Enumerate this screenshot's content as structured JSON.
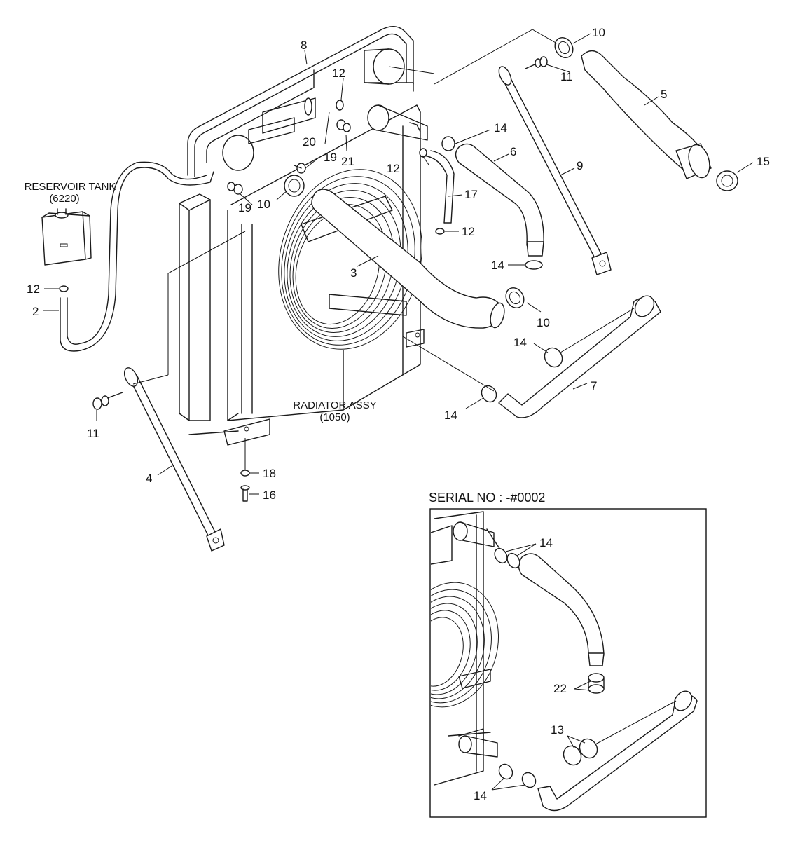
{
  "labels": {
    "reservoir_tank": "RESERVOIR TANK",
    "reservoir_code": "(6220)",
    "radiator_assy": "RADIATOR ASSY",
    "radiator_code": "(1050)",
    "serial_no": "SERIAL NO : -#0002"
  },
  "callouts": {
    "p2": "2",
    "p3": "3",
    "p4": "4",
    "p5": "5",
    "p6": "6",
    "p7": "7",
    "p8": "8",
    "p9": "9",
    "p10a": "10",
    "p10b": "10",
    "p10c": "10",
    "p11a": "11",
    "p11b": "11",
    "p12a": "12",
    "p12b": "12",
    "p12c": "12",
    "p12d": "12",
    "p13": "13",
    "p14a": "14",
    "p14b": "14",
    "p14c": "14",
    "p14d": "14",
    "p14e": "14",
    "p14f": "14",
    "p15": "15",
    "p16": "16",
    "p17": "17",
    "p18": "18",
    "p19a": "19",
    "p19b": "19",
    "p20": "20",
    "p21": "21",
    "p22": "22"
  }
}
